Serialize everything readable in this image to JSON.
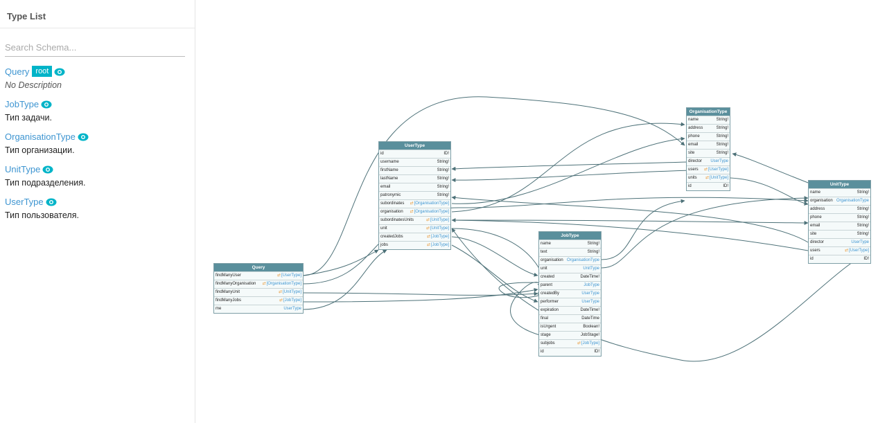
{
  "sidebar": {
    "title": "Type List",
    "search_placeholder": "Search Schema...",
    "root_badge": "root",
    "items": [
      {
        "name": "Query",
        "root": true,
        "description": "No Description",
        "italic": true
      },
      {
        "name": "JobType",
        "root": false,
        "description": "Тип задачи.",
        "italic": false
      },
      {
        "name": "OrganisationType",
        "root": false,
        "description": "Тип организации.",
        "italic": false
      },
      {
        "name": "UnitType",
        "root": false,
        "description": "Тип подразделения.",
        "italic": false
      },
      {
        "name": "UserType",
        "root": false,
        "description": "Тип пользователя.",
        "italic": false
      }
    ]
  },
  "colors": {
    "accent": "#3e95d1",
    "badge": "#00b4c8",
    "node_header": "#5a8f9c",
    "edge": "#4d7178",
    "relay_icon": "#e89a3c"
  },
  "relay_icon_glyph": "⇄",
  "nodes": [
    {
      "id": "Query",
      "title": "Query",
      "fields": [
        {
          "name": "findManyUser",
          "type": "[UserType]",
          "relay": true,
          "link": true
        },
        {
          "name": "findManyOrganisation",
          "type": "[OrganisationType]",
          "relay": true,
          "link": true
        },
        {
          "name": "findManyUnit",
          "type": "[UnitType]",
          "relay": true,
          "link": true
        },
        {
          "name": "findManyJobs",
          "type": "[JobType]",
          "relay": true,
          "link": true
        },
        {
          "name": "me",
          "type": "UserType",
          "relay": false,
          "link": true
        }
      ]
    },
    {
      "id": "UserType",
      "title": "UserType",
      "fields": [
        {
          "name": "id",
          "type": "ID!",
          "relay": false,
          "link": false
        },
        {
          "name": "username",
          "type": "String!",
          "relay": false,
          "link": false
        },
        {
          "name": "firstName",
          "type": "String!",
          "relay": false,
          "link": false
        },
        {
          "name": "lastName",
          "type": "String!",
          "relay": false,
          "link": false
        },
        {
          "name": "email",
          "type": "String!",
          "relay": false,
          "link": false
        },
        {
          "name": "patronymic",
          "type": "String!",
          "relay": false,
          "link": false
        },
        {
          "name": "subordinates",
          "type": "[OrganisationType]",
          "relay": true,
          "link": true
        },
        {
          "name": "organisation",
          "type": "[OrganisationType]",
          "relay": true,
          "link": true
        },
        {
          "name": "subordinatesUnits",
          "type": "[UnitType]",
          "relay": true,
          "link": true
        },
        {
          "name": "unit",
          "type": "[UnitType]",
          "relay": true,
          "link": true
        },
        {
          "name": "createdJobs",
          "type": "[JobType]",
          "relay": true,
          "link": true
        },
        {
          "name": "jobs",
          "type": "[JobType]",
          "relay": true,
          "link": true
        }
      ]
    },
    {
      "id": "JobType",
      "title": "JobType",
      "fields": [
        {
          "name": "name",
          "type": "String!",
          "relay": false,
          "link": false
        },
        {
          "name": "text",
          "type": "String!",
          "relay": false,
          "link": false
        },
        {
          "name": "organisation",
          "type": "OrganisationType",
          "relay": false,
          "link": true
        },
        {
          "name": "unit",
          "type": "UnitType",
          "relay": false,
          "link": true
        },
        {
          "name": "created",
          "type": "DateTime!",
          "relay": false,
          "link": false
        },
        {
          "name": "parent",
          "type": "JobType",
          "relay": false,
          "link": true
        },
        {
          "name": "createdBy",
          "type": "UserType",
          "relay": false,
          "link": true
        },
        {
          "name": "performer",
          "type": "UserType",
          "relay": false,
          "link": true
        },
        {
          "name": "expiration",
          "type": "DateTime!",
          "relay": false,
          "link": false
        },
        {
          "name": "final",
          "type": "DateTime",
          "relay": false,
          "link": false
        },
        {
          "name": "isUrgent",
          "type": "Boolean!",
          "relay": false,
          "link": false
        },
        {
          "name": "stage",
          "type": "JobStage!",
          "relay": false,
          "link": false
        },
        {
          "name": "subjobs",
          "type": "[JobType]",
          "relay": true,
          "link": true
        },
        {
          "name": "id",
          "type": "ID!",
          "relay": false,
          "link": false
        }
      ]
    },
    {
      "id": "OrganisationType",
      "title": "OrganisationType",
      "fields": [
        {
          "name": "name",
          "type": "String!",
          "relay": false,
          "link": false
        },
        {
          "name": "address",
          "type": "String!",
          "relay": false,
          "link": false
        },
        {
          "name": "phone",
          "type": "String!",
          "relay": false,
          "link": false
        },
        {
          "name": "email",
          "type": "String!",
          "relay": false,
          "link": false
        },
        {
          "name": "site",
          "type": "String!",
          "relay": false,
          "link": false
        },
        {
          "name": "director",
          "type": "UserType",
          "relay": false,
          "link": true
        },
        {
          "name": "users",
          "type": "[UserType]",
          "relay": true,
          "link": true
        },
        {
          "name": "units",
          "type": "[UnitType]",
          "relay": true,
          "link": true
        },
        {
          "name": "id",
          "type": "ID!",
          "relay": false,
          "link": false
        }
      ]
    },
    {
      "id": "UnitType",
      "title": "UnitType",
      "fields": [
        {
          "name": "name",
          "type": "String!",
          "relay": false,
          "link": false
        },
        {
          "name": "organisation",
          "type": "OrganisationType",
          "relay": false,
          "link": true
        },
        {
          "name": "address",
          "type": "String!",
          "relay": false,
          "link": false
        },
        {
          "name": "phone",
          "type": "String!",
          "relay": false,
          "link": false
        },
        {
          "name": "email",
          "type": "String!",
          "relay": false,
          "link": false
        },
        {
          "name": "site",
          "type": "String!",
          "relay": false,
          "link": false
        },
        {
          "name": "director",
          "type": "UserType",
          "relay": false,
          "link": true
        },
        {
          "name": "users",
          "type": "[UserType]",
          "relay": true,
          "link": true
        },
        {
          "name": "id",
          "type": "ID!",
          "relay": false,
          "link": false
        }
      ]
    }
  ]
}
